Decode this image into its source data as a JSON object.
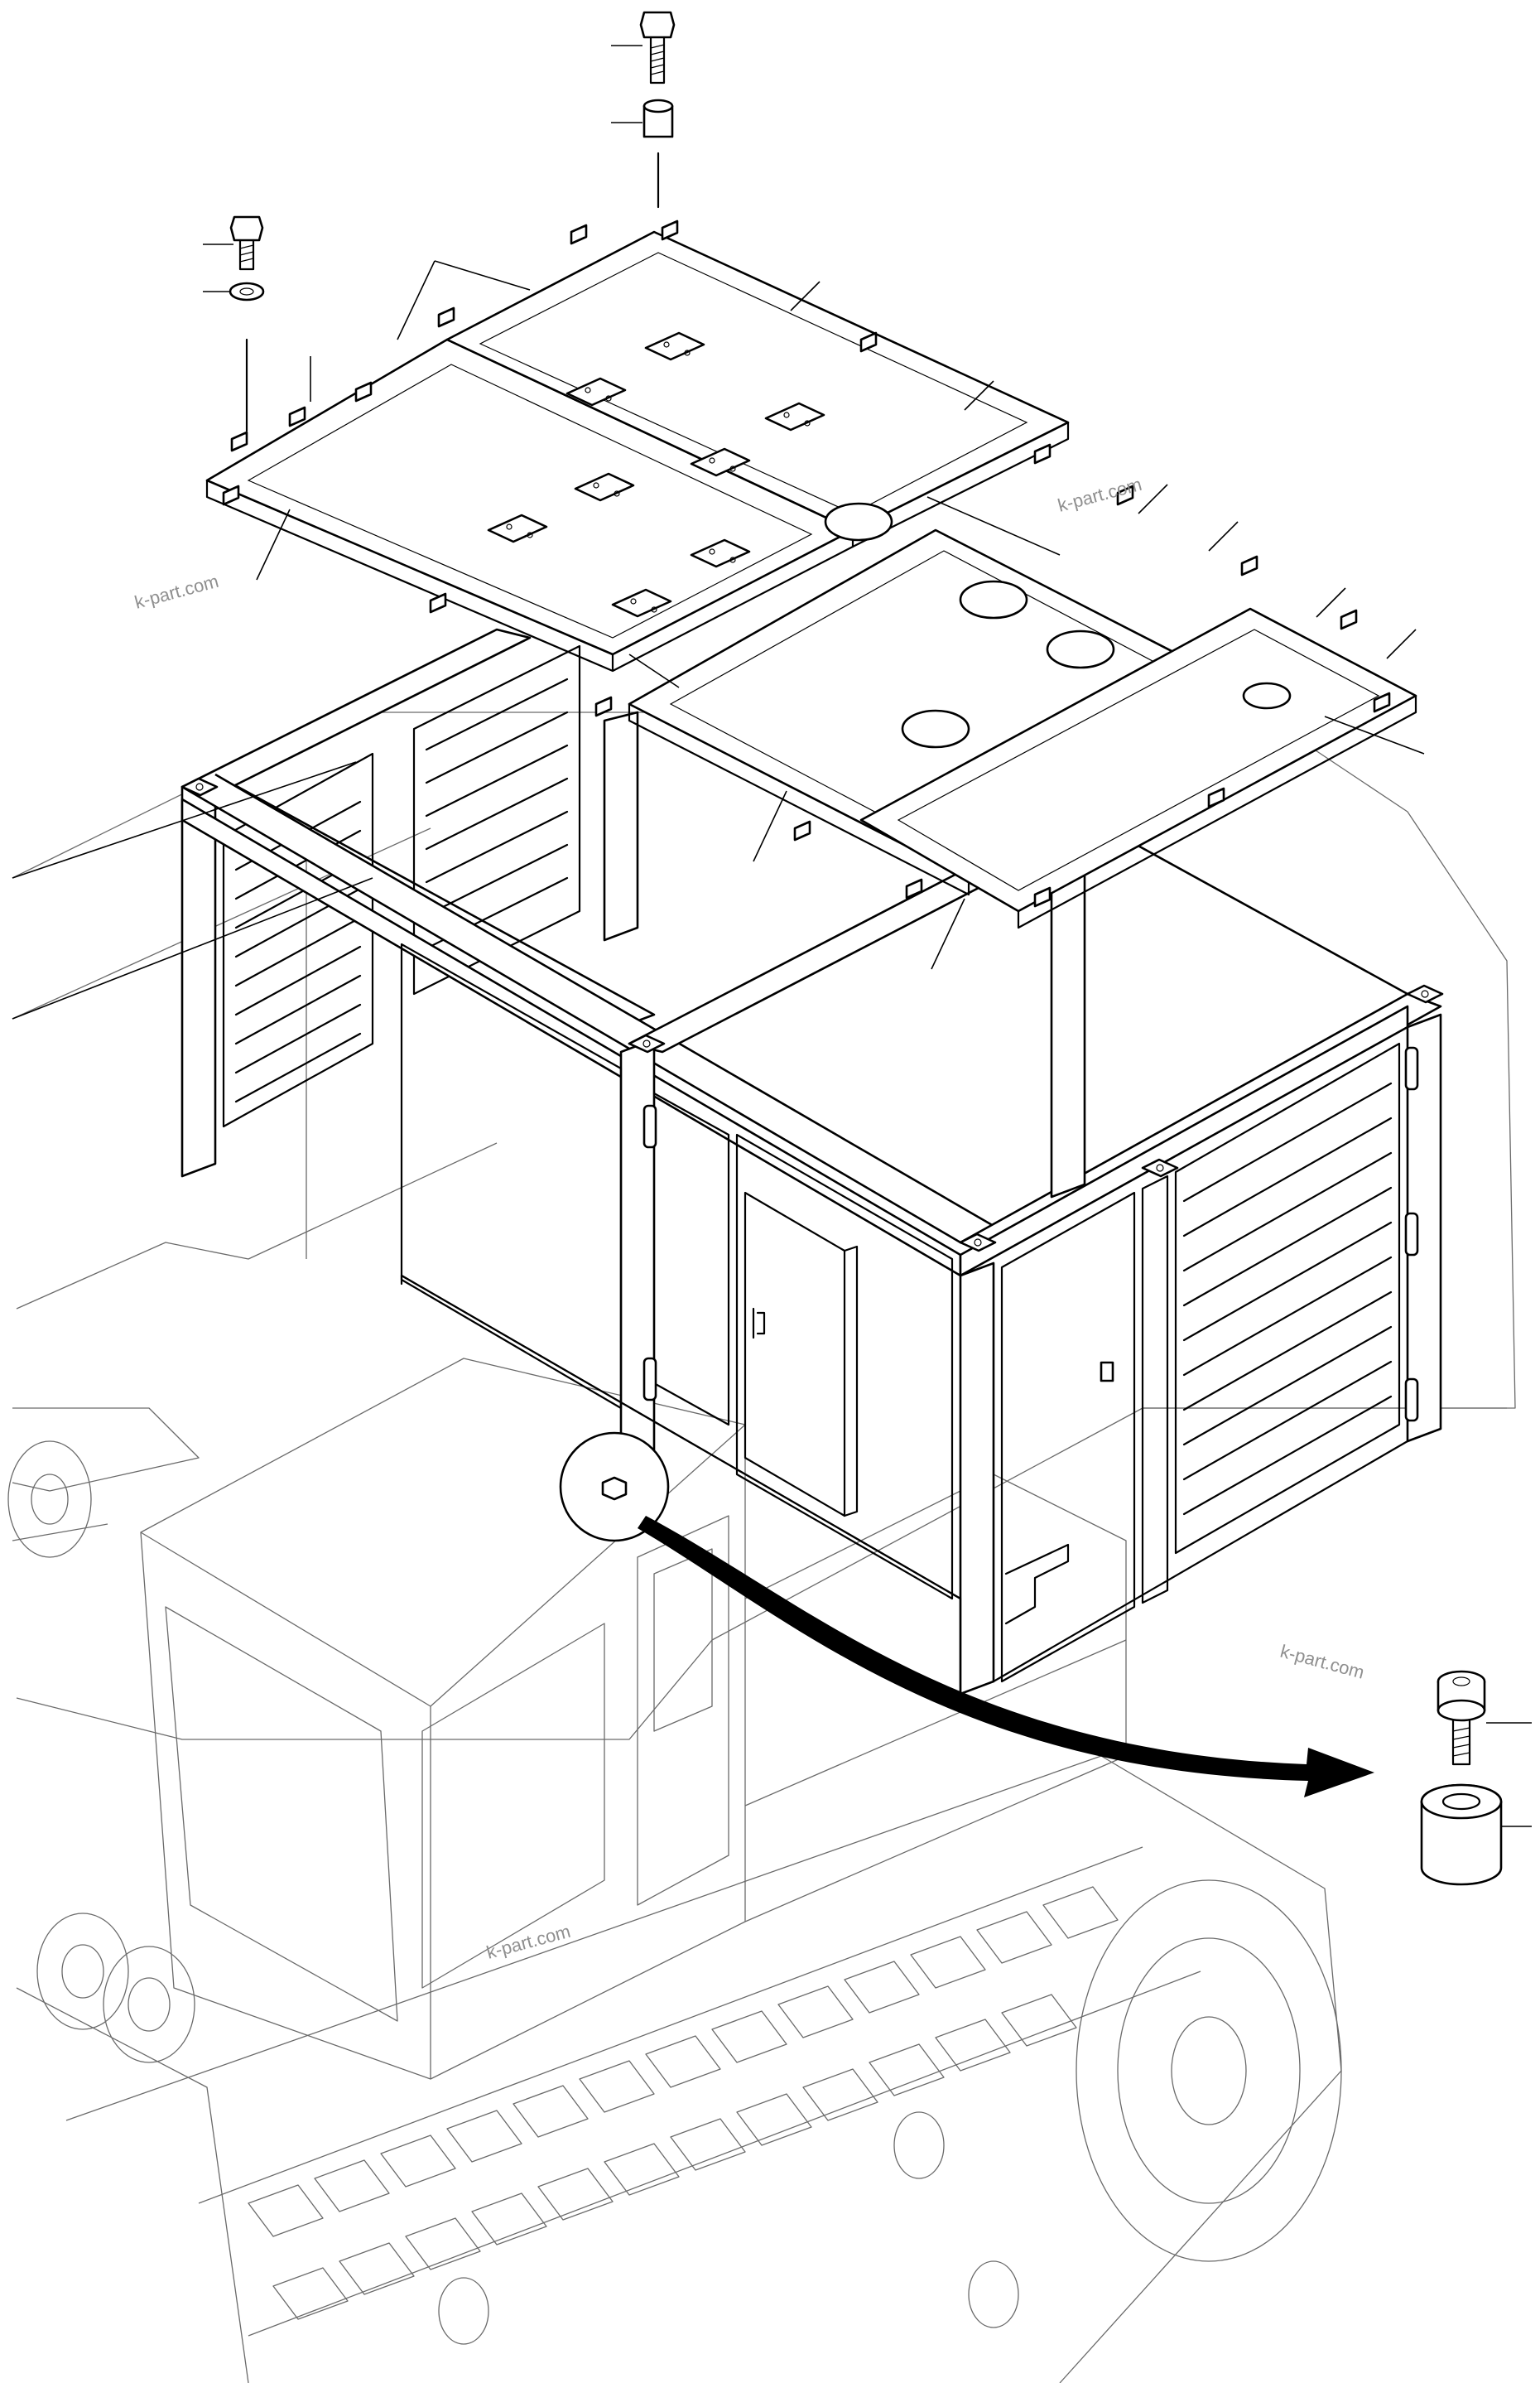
{
  "watermarks": [
    "k-part.com",
    "k-part.com",
    "k-part.com",
    "k-part.com"
  ],
  "callouts": {
    "item_count": 22
  },
  "icons": [
    "bolt-icon",
    "spacer-sleeve-icon",
    "washer-icon",
    "socket-cap-screw-icon",
    "detail-arrow-icon"
  ],
  "colors": {
    "line": "#000000",
    "ghost_line": "#6a6a6a",
    "watermark": "#8f8f8f",
    "background": "#ffffff"
  }
}
